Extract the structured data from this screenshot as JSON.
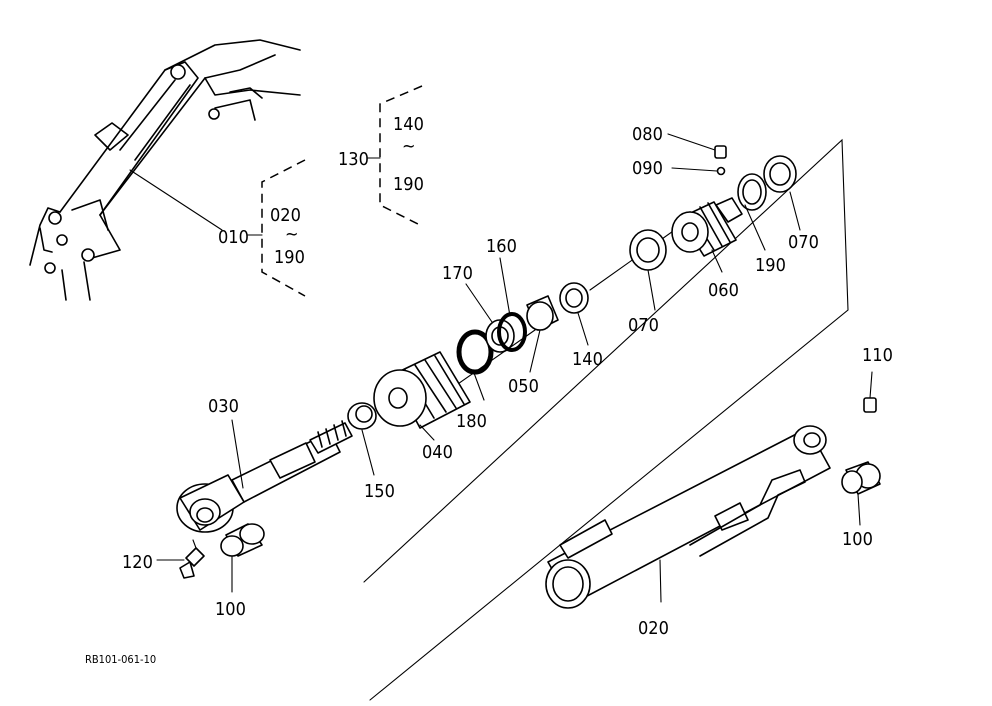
{
  "labels": {
    "p010": "010",
    "p020a": "020",
    "tilde1": "~",
    "p190a": "190",
    "p130": "130",
    "p140a": "140",
    "tilde2": "~",
    "p190b": "190",
    "p080": "080",
    "p090": "090",
    "p070a": "070",
    "p190c": "190",
    "p060": "060",
    "p070b": "070",
    "p160": "160",
    "p170": "170",
    "p140b": "140",
    "p050": "050",
    "p180": "180",
    "p040": "040",
    "p150": "150",
    "p030": "030",
    "p110": "110",
    "p120": "120",
    "p100a": "100",
    "p100b": "100",
    "p020b": "020"
  },
  "figure_code": "RB101-061-10"
}
